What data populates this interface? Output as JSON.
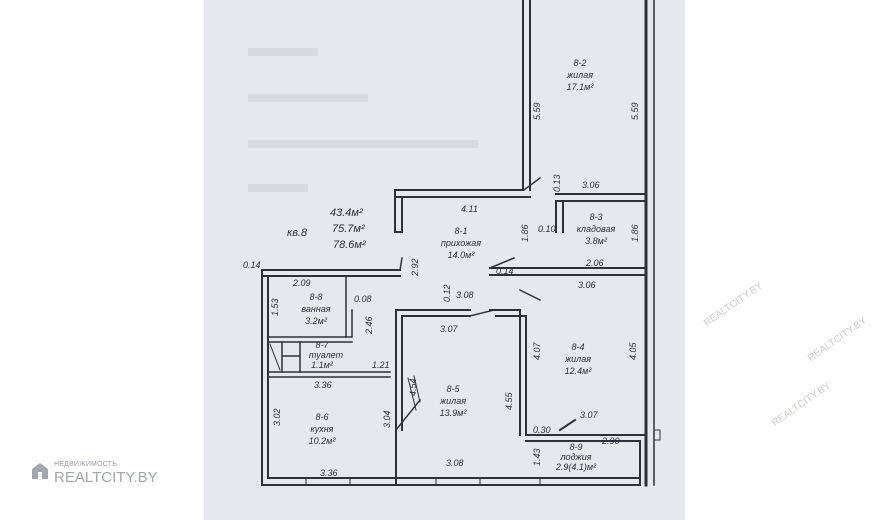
{
  "apartment": {
    "number": "кв.8",
    "area_living": "43.4м²",
    "area_total": "75.7м²",
    "area_total_with_loggia": "78.6м²"
  },
  "rooms": [
    {
      "code": "8-1",
      "name": "прихожая",
      "area": "14.0м²"
    },
    {
      "code": "8-2",
      "name": "жилая",
      "area": "17.1м²"
    },
    {
      "code": "8-3",
      "name": "кладовая",
      "area": "3.8м²"
    },
    {
      "code": "8-4",
      "name": "жилая",
      "area": "12.4м²"
    },
    {
      "code": "8-5",
      "name": "жилая",
      "area": "13.9м²"
    },
    {
      "code": "8-6",
      "name": "кухня",
      "area": "10.2м²"
    },
    {
      "code": "8-7",
      "name": "туалет",
      "area": "1.1м²"
    },
    {
      "code": "8-8",
      "name": "ванная",
      "area": "3.2м²"
    },
    {
      "code": "8-9",
      "name": "лоджия",
      "area": "2.9(4.1)м²"
    }
  ],
  "dimensions": {
    "d_559_left": "5.59",
    "d_559_right": "5.59",
    "d_013": "0.13",
    "d_306_top": "3.06",
    "d_411": "4.11",
    "d_186_left": "1.86",
    "d_010": "0.10",
    "d_186_right": "1.86",
    "d_292": "2.92",
    "d_014_left": "0.14",
    "d_014_mid": "0.14",
    "d_206": "2.06",
    "d_209": "2.09",
    "d_306_mid": "3.06",
    "d_012": "0.12",
    "d_308_top": "3.08",
    "d_153": "1.53",
    "d_008": "0.08",
    "d_246": "2.46",
    "d_307": "3.07",
    "d_407": "4.07",
    "d_405": "4.05",
    "d_121": "1.21",
    "d_336_top": "3.36",
    "d_454": "4.54",
    "d_455": "4.55",
    "d_302": "3.02",
    "d_304": "3.04",
    "d_307_low": "3.07",
    "d_030": "0.30",
    "d_290": "2.90",
    "d_143": "1.43",
    "d_336_bottom": "3.36",
    "d_308_bottom": "3.08"
  },
  "watermark": {
    "subtitle": "НЕДВИЖИМОСТЬ",
    "brand": "REALTCITY.BY",
    "diagonal": "REALTCITY.BY"
  }
}
